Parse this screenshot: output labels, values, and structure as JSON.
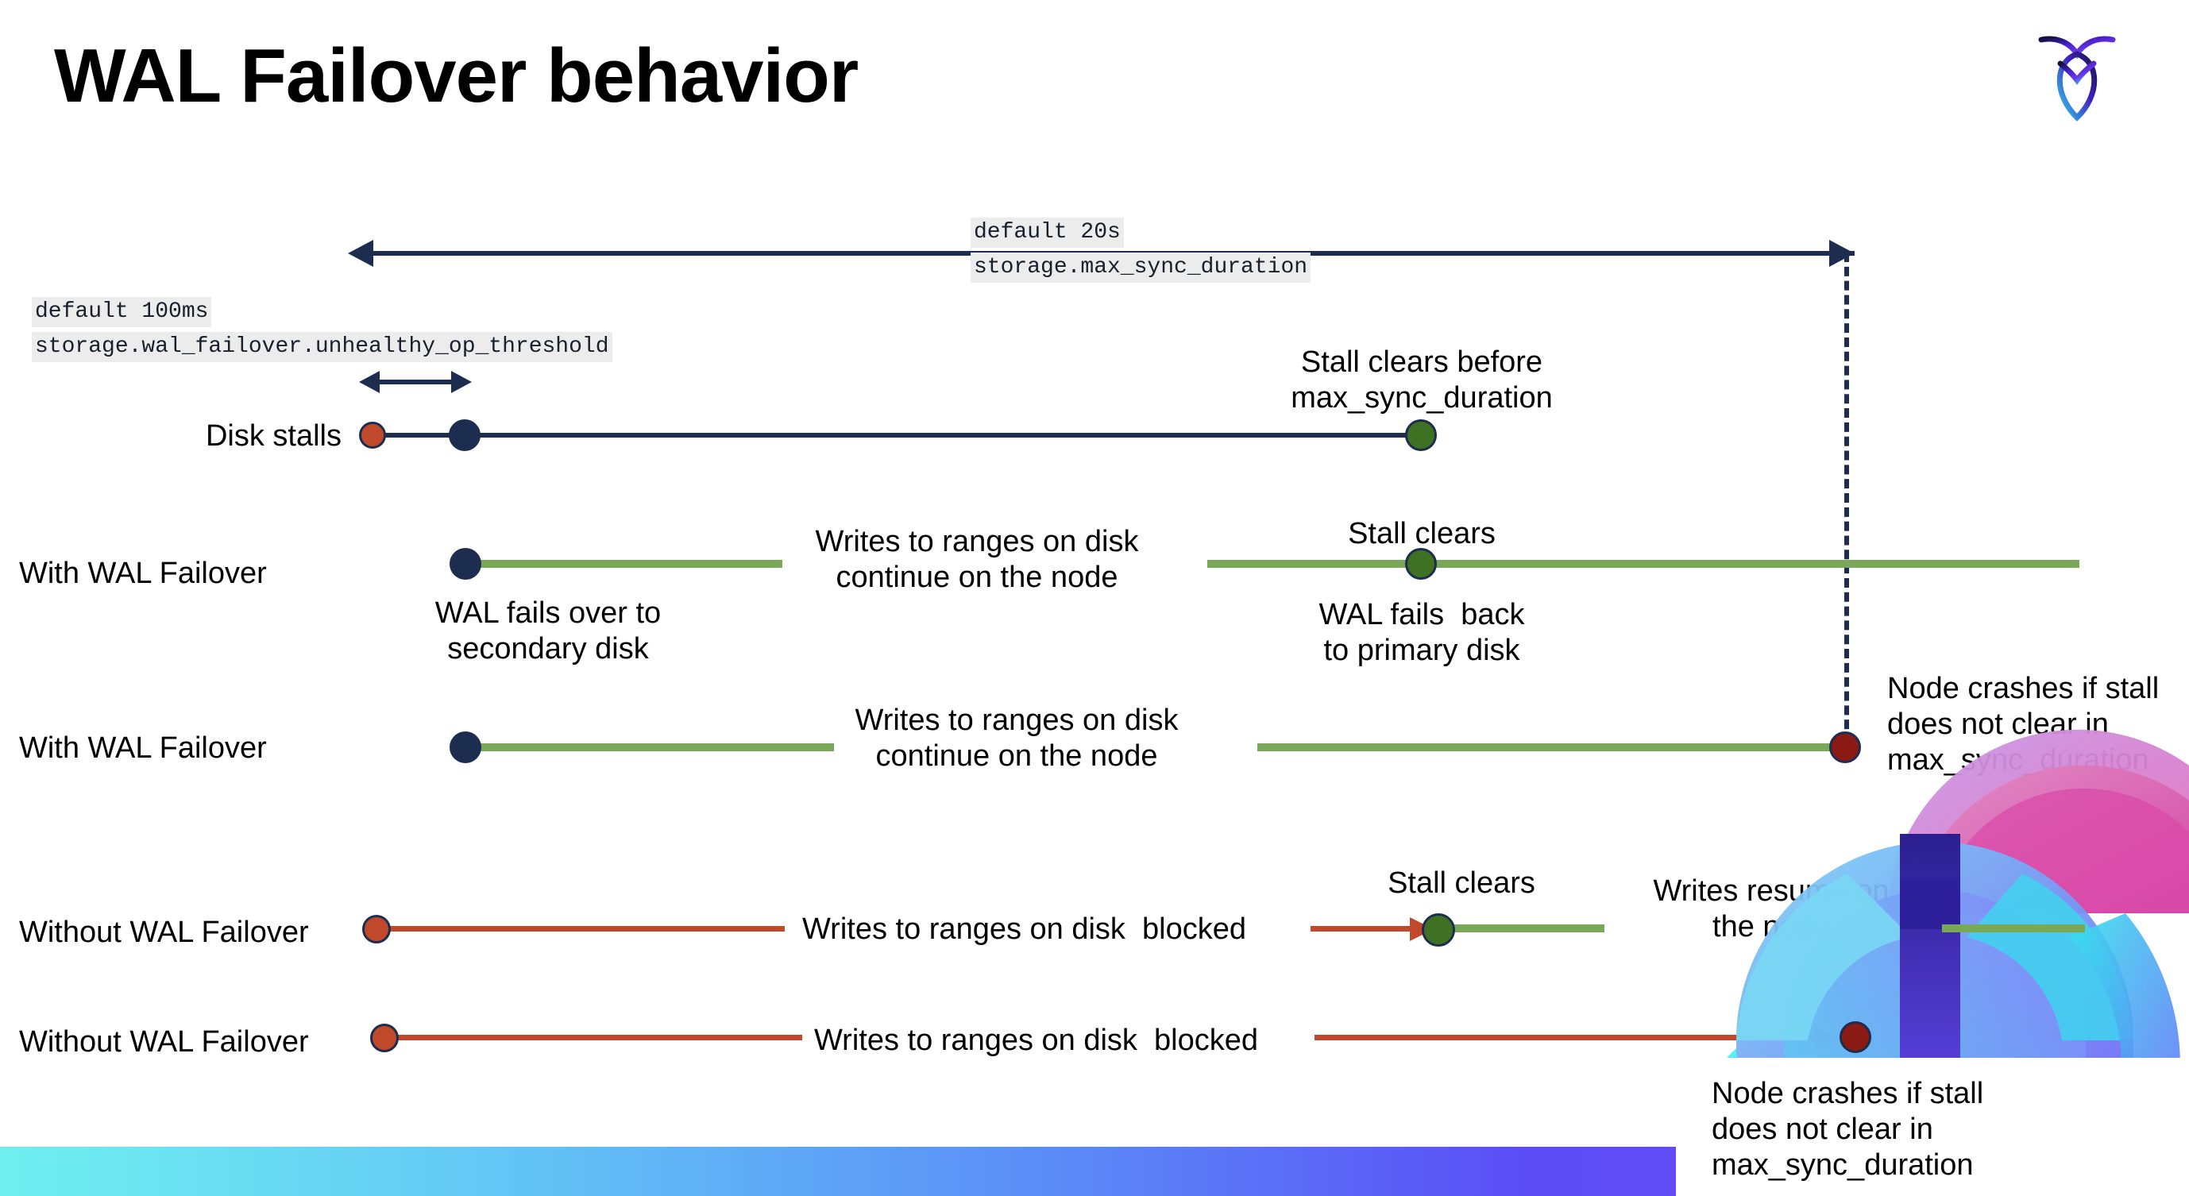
{
  "slide": {
    "title": "WAL Failover behavior",
    "logo_name": "cockroachdb-logo"
  },
  "settings": {
    "max_sync_duration": {
      "default_label": "default 20s",
      "setting_name": "storage.max_sync_duration"
    },
    "unhealthy_op_threshold": {
      "default_label": "default 100ms",
      "setting_name": "storage.wal_failover.unhealthy_op_threshold"
    }
  },
  "rows": [
    {
      "id": "disk-stalls",
      "label": "Disk stalls",
      "annotations": [
        "Stall clears before\nmax_sync_duration"
      ]
    },
    {
      "id": "with-wal-failover-clears",
      "label": "With WAL Failover",
      "annotations": [
        "Writes to ranges on disk\ncontinue on the node",
        "Stall clears",
        "WAL fails over to\nsecondary disk",
        "WAL fails  back\nto primary disk"
      ]
    },
    {
      "id": "with-wal-failover-crash",
      "label": "With WAL Failover",
      "annotations": [
        "Writes to ranges on disk\ncontinue on the node",
        "Node crashes if stall\ndoes not clear in\nmax_sync_duration"
      ]
    },
    {
      "id": "without-wal-failover-clears",
      "label": "Without WAL Failover",
      "annotations": [
        "Writes to ranges on disk  blocked",
        "Stall clears",
        "Writes resume on\nthe node"
      ]
    },
    {
      "id": "without-wal-failover-crash",
      "label": "Without WAL Failover",
      "annotations": [
        "Writes to ranges on disk  blocked",
        "Node crashes if stall\ndoes not clear in\nmax_sync_duration"
      ]
    }
  ],
  "text": {
    "stall_clears_before_max_sync": "Stall clears before\nmax_sync_duration",
    "writes_continue": "Writes to ranges on disk\ncontinue on the node",
    "writes_continue_2": "Writes to ranges on disk\ncontinue on the node",
    "stall_clears_row2": "Stall clears",
    "wal_fails_over": "WAL fails over to\nsecondary disk",
    "wal_fails_back": "WAL fails  back\nto primary disk",
    "node_crashes_row3": "Node crashes if stall\ndoes not clear in\nmax_sync_duration",
    "writes_blocked_row4": "Writes to ranges on disk  blocked",
    "stall_clears_row4": "Stall clears",
    "writes_resume": "Writes resume on\nthe node",
    "writes_blocked_row5": "Writes to ranges on disk  blocked",
    "node_crashes_row5": "Node crashes if stall\ndoes not clear in\nmax_sync_duration"
  },
  "colors": {
    "navy": "#1d2d50",
    "green_line": "#79a858",
    "green_dot": "#3f7123",
    "orange": "#c0492b",
    "dark_red": "#8b1a14",
    "code_bg": "#ececec",
    "bar_gradient_start": "#6ff0ef",
    "bar_gradient_end": "#7a4df8"
  }
}
